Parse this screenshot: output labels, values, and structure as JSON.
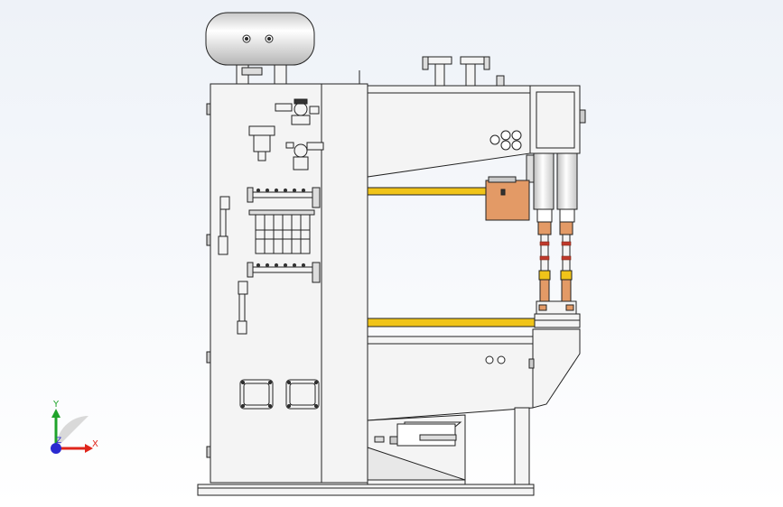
{
  "viewport": {
    "title": "",
    "background_top": "#eef2f8",
    "background_bottom": "#ffffff"
  },
  "triad": {
    "x_label": "X",
    "y_label": "Y",
    "z_label": "Z",
    "x_color": "#e0251b",
    "y_color": "#1fa32a",
    "z_color": "#2a2ad0"
  },
  "model": {
    "type": "spot-welding-machine",
    "body_color": "#f4f4f4",
    "edge_color": "#222222",
    "arm_color": "#f0c419",
    "copper_color": "#e39a66"
  }
}
